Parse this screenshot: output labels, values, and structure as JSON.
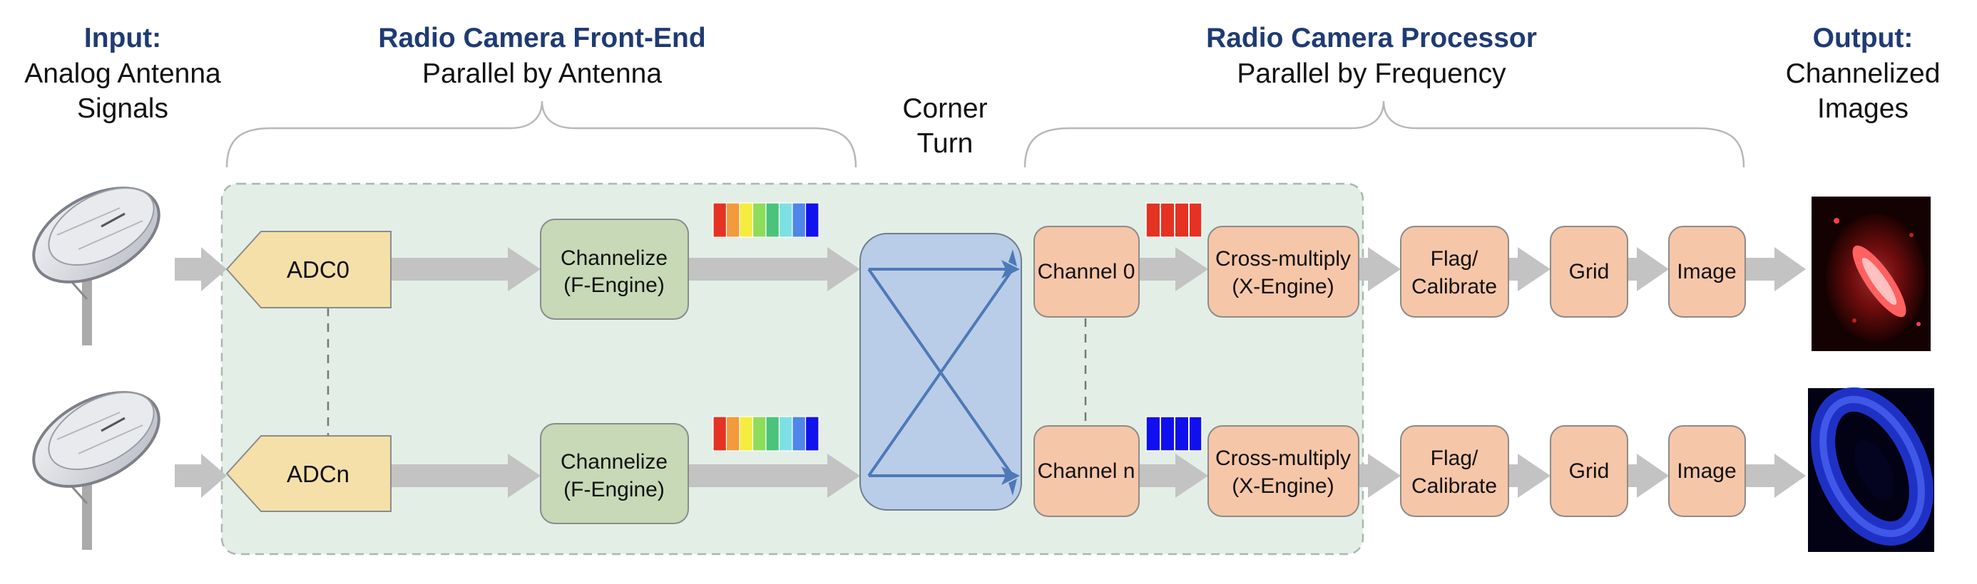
{
  "input": {
    "title": "Input:",
    "line1": "Analog Antenna",
    "line2": "Signals"
  },
  "front_end": {
    "title": "Radio Camera Front-End",
    "subtitle": "Parallel by Antenna"
  },
  "corner_turn": {
    "line1": "Corner",
    "line2": "Turn"
  },
  "processor": {
    "title": "Radio Camera Processor",
    "subtitle": "Parallel by Frequency"
  },
  "output": {
    "title": "Output:",
    "line1": "Channelized",
    "line2": "Images"
  },
  "rows": [
    {
      "adc": "ADC0",
      "channelize": {
        "line1": "Channelize",
        "line2": "(F-Engine)"
      },
      "channel": "Channel 0",
      "xengine": {
        "line1": "Cross-multiply",
        "line2": "(X-Engine)"
      },
      "flag": {
        "line1": "Flag/",
        "line2": "Calibrate"
      },
      "grid": "Grid",
      "image": "Image",
      "channel_color": "#e53222",
      "output_color": "red"
    },
    {
      "adc": "ADCn",
      "channelize": {
        "line1": "Channelize",
        "line2": "(F-Engine)"
      },
      "channel": "Channel n",
      "xengine": {
        "line1": "Cross-multiply",
        "line2": "(X-Engine)"
      },
      "flag": {
        "line1": "Flag/",
        "line2": "Calibrate"
      },
      "grid": "Grid",
      "image": "Image",
      "channel_color": "#1010ee",
      "output_color": "blue"
    }
  ],
  "spectrum_colors": [
    "#e53222",
    "#f29a3c",
    "#f5ec40",
    "#8fdc5a",
    "#4bc37a",
    "#7de0e4",
    "#4f86e8",
    "#1212ee"
  ],
  "colors": {
    "panel_fill": "#e3efe6",
    "adc_fill": "#f5e0a9",
    "fengine_fill": "#c7d9b6",
    "processor_fill": "#f6c6a8",
    "corner_fill": "#b9cde8",
    "heading": "#1f3b73"
  }
}
